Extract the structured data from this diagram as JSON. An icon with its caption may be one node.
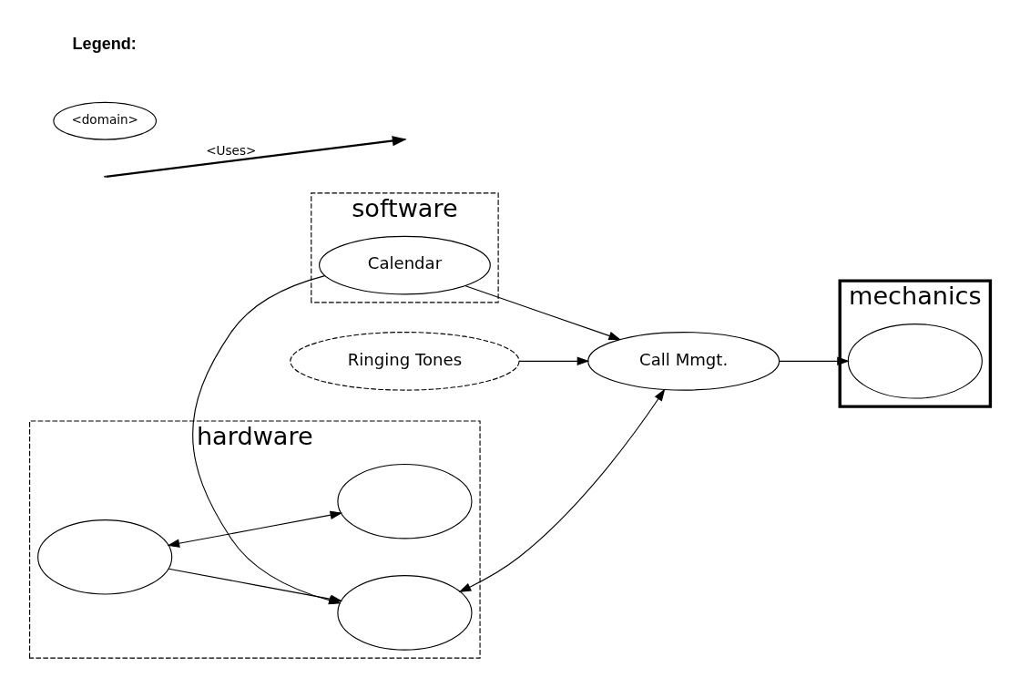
{
  "diagram": {
    "nodes": [
      {
        "text": [
          "hardware"
        ]
      },
      {
        "text": [
          "software"
        ]
      },
      {
        "text": [
          "mechanics"
        ]
      },
      {
        "text": [],
        "shape": "cloud",
        "in": 0
      },
      {
        "text": [
          "Calendar"
        ],
        "in": 1
      },
      {
        "text": [],
        "shape": "cloud",
        "in": 2
      },
      {
        "text": [],
        "shape": "cloud",
        "in": 0
      },
      {
        "text": [
          "Call Mmgt."
        ]
      },
      {
        "text": [],
        "shape": "cloud",
        "in": 0
      },
      {
        "text": [
          "Ringing Tones"
        ]
      }
    ],
    "edges": [
      {
        "from": 4,
        "to": 3,
        "arrow": "to"
      },
      {
        "from": 4,
        "to": 7,
        "arrow": "to"
      },
      {
        "from": 3,
        "to": 7,
        "arrow": "both"
      },
      {
        "from": 6,
        "to": 3,
        "arrow": "to"
      },
      {
        "from": 7,
        "to": 5,
        "arrow": "to"
      },
      {
        "from": 6,
        "to": 8,
        "arrow": "both"
      },
      {
        "from": 9,
        "to": 7,
        "arrow": "to"
      }
    ],
    "labels": [
      "Legend:"
    ],
    "legend": [
      {
        "text": "<domain>"
      },
      {
        "text": "<Uses>"
      }
    ]
  }
}
